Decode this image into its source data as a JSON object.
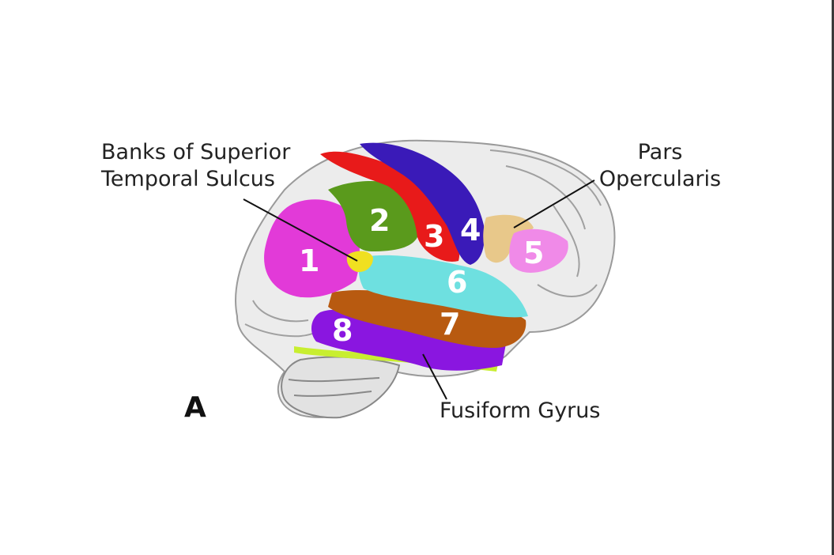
{
  "labels": {
    "banks_line1": "Banks of Superior",
    "banks_line2": "Temporal Sulcus",
    "pars_line1": "Pars",
    "pars_line2": "Opercularis",
    "fusiform": "Fusiform Gyrus"
  },
  "panel_letter": "A",
  "regions": [
    {
      "number": "1",
      "color": "#e23ad8"
    },
    {
      "number": "2",
      "color": "#5a9a1c"
    },
    {
      "number": "3",
      "color": "#e81a1a"
    },
    {
      "number": "4",
      "color": "#3a1ab8"
    },
    {
      "number": "5",
      "color": "#f08ae8"
    },
    {
      "number": "6",
      "color": "#6ee0e0"
    },
    {
      "number": "7",
      "color": "#b85a10"
    },
    {
      "number": "8",
      "color": "#8a16e0"
    }
  ],
  "colors": {
    "banks_sts": "#f0e020",
    "pars_opercularis": "#e8c88a",
    "fusiform": "#c8ee30",
    "cortex": "#e8e8e8"
  }
}
